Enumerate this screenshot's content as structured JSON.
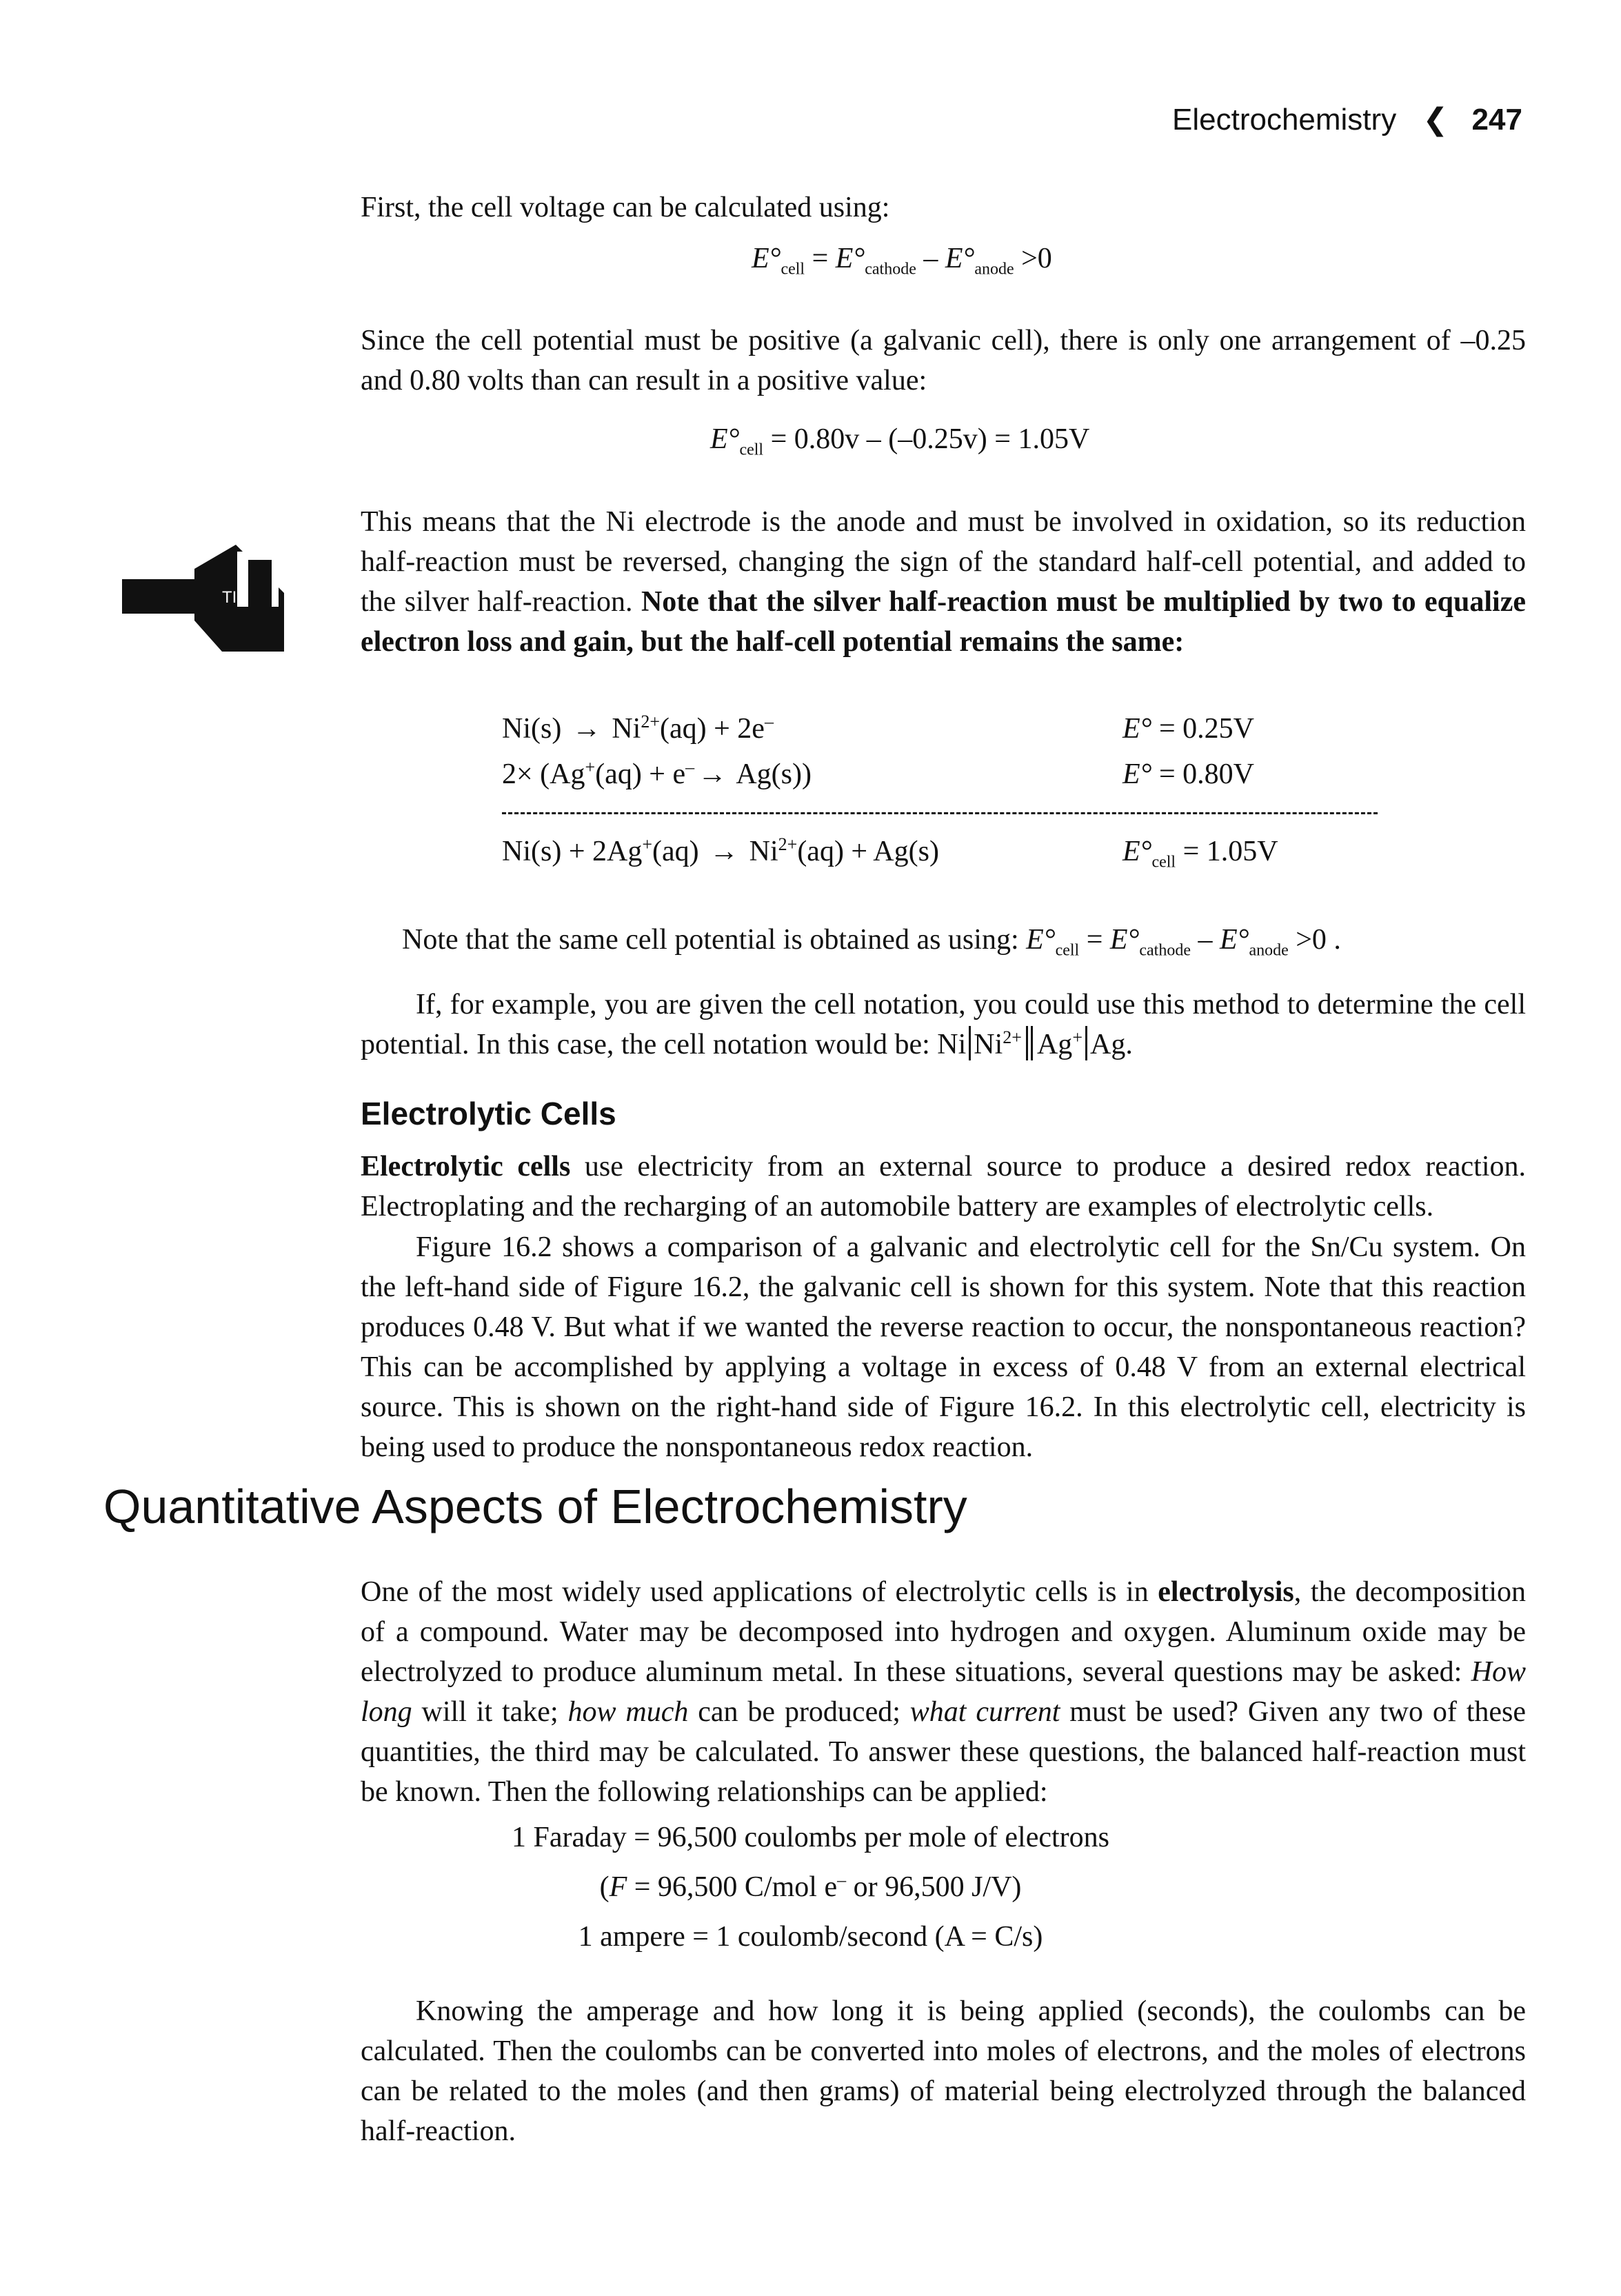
{
  "header": {
    "section": "Electrochemistry",
    "chevron": "❮",
    "page_number": "247"
  },
  "p_first": "First, the cell voltage can be calculated using:",
  "eq1": {
    "E": "E°",
    "sub_cell": "cell",
    "eq": " = ",
    "sub_cathode": "cathode",
    "minus": " – ",
    "sub_anode": "anode",
    "tail": " >0"
  },
  "p_since": "Since the cell potential must be positive (a galvanic cell), there is only one arrangement of –0.25 and 0.80 volts than can result in a positive value:",
  "eq2": {
    "E": "E°",
    "sub": "cell",
    "rhs": " = 0.80v – (–0.25v) = 1.05V"
  },
  "tip": {
    "label": "TIP"
  },
  "p_this_means": {
    "normal": "This means that the Ni electrode is the anode and must be involved in oxidation, so its reduction half-reaction must be reversed, changing the sign of the standard half-cell potential, and added to the silver half-reaction. ",
    "bold": "Note that the silver half-reaction must be multiplied by two to equalize electron loss and gain, but the half-cell potential remains the same:"
  },
  "reactions": {
    "r1": {
      "a": "Ni(s) ",
      "arrow": "→",
      "b": " Ni",
      "sup": "2+",
      "c": "(aq) + 2e",
      "sup2": "–",
      "E": "E°",
      "val": " = 0.25V"
    },
    "r2": {
      "a": "2× (Ag",
      "sup": "+",
      "b": "(aq) + e",
      "sup2": "–",
      "arrow": "→",
      "c": " Ag(s))",
      "E": "E°",
      "val": " = 0.80V"
    },
    "r3": {
      "a": "Ni(s) + 2Ag",
      "sup": "+",
      "b": "(aq) ",
      "arrow": "→",
      "c": " Ni",
      "sup2": "2+",
      "d": "(aq) + Ag(s)",
      "E": "E°",
      "sub": "cell",
      "val": " = 1.05V"
    }
  },
  "p_note": {
    "text": "Note that the same cell potential is obtained as using: ",
    "E": "E°",
    "sub_cell": "cell",
    "eq": " = ",
    "sub_cathode": "cathode",
    "minus": " – ",
    "sub_anode": "anode",
    "tail": " >0 ."
  },
  "p_if": {
    "text": "If, for example, you are given the cell notation, you could use this method to determine the cell potential. In this case, the cell notation would be: ",
    "ni": "Ni",
    "ni2": "Ni",
    "sup_ni": "2+",
    "ag": "Ag",
    "sup_ag": "+",
    "ag2": "Ag."
  },
  "h_electrolytic": "Electrolytic Cells",
  "p_electrolytic_1": {
    "bold": "Electrolytic cells",
    "normal": " use electricity from an external source to produce a desired redox reaction. Electroplating and the recharging of an automobile battery are examples of electrolytic cells."
  },
  "p_electrolytic_2": "Figure 16.2 shows a comparison of a galvanic and electrolytic cell for the Sn/Cu system. On the left-hand side of Figure 16.2, the galvanic cell is shown for this system. Note that this reaction produces 0.48 V. But what if we wanted the reverse reaction to occur, the nonspontaneous reaction? This can be accomplished by applying a voltage in excess of 0.48 V from an external electrical source. This is shown on the right-hand side of Figure 16.2. In this electrolytic cell, electricity is being used to produce the nonspontaneous redox reaction.",
  "h_quantitative": "Quantitative Aspects of Electrochemistry",
  "p_one": {
    "a": "One of the most widely used applications of electrolytic cells is in ",
    "b_bold": "electrolysis",
    "c": ", the decomposition of a compound. Water may be decomposed into hydrogen and oxygen. Aluminum oxide may be electrolyzed to produce aluminum metal. In these situations, several questions may be asked: ",
    "d_it": "How long",
    "e": " will it take; ",
    "f_it": "how much",
    "g": " can be produced; ",
    "h_it": "what current",
    "i": " must be used? Given any two of these quantities, the third may be calculated. To answer these questions, the balanced half-reaction must be known. Then the following relationships can be applied:"
  },
  "rel": {
    "l1": "1 Faraday = 96,500 coulombs per mole of electrons",
    "l2a": "(",
    "l2F": "F",
    "l2b": " = 96,500 C/mol e",
    "l2sup": "–",
    "l2c": " or 96,500 J/V)",
    "l3": "1 ampere = 1 coulomb/second (A = C/s)"
  },
  "p_knowing": "Knowing the amperage and how long it is being applied (seconds), the coulombs can be calculated. Then the coulombs can be converted into moles of electrons, and the moles of electrons can be related to the moles (and then grams) of material being electrolyzed through the balanced half-reaction."
}
